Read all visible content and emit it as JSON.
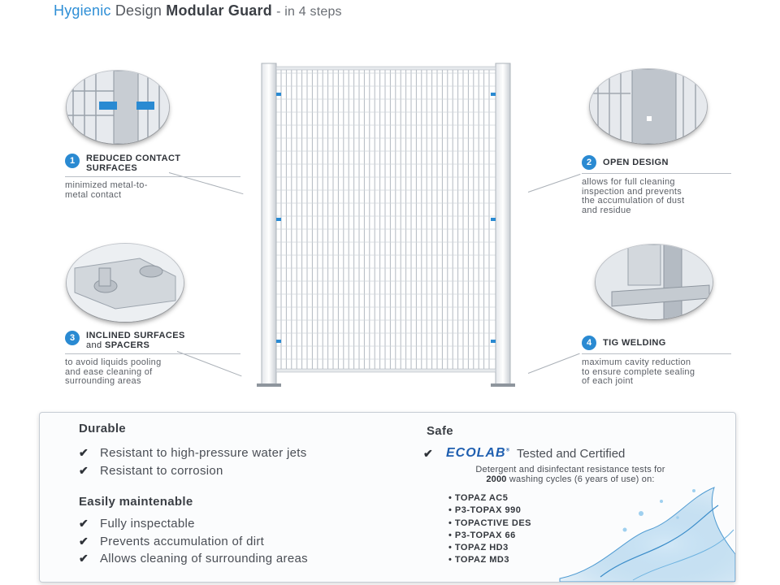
{
  "title": {
    "part1": "Hygienic",
    "part2": "Design",
    "part3": "Modular Guard",
    "part4": "- in 4 steps"
  },
  "features": [
    {
      "number": "1",
      "title_line1": "REDUCED CONTACT",
      "title_line2": "SURFACES",
      "desc_line1": "minimized metal-to-",
      "desc_line2": "metal contact"
    },
    {
      "number": "2",
      "title_line1": "OPEN DESIGN",
      "desc_line1": "allows for full cleaning",
      "desc_line2": "inspection and prevents",
      "desc_line3": "the accumulation of dust",
      "desc_line4": "and residue"
    },
    {
      "number": "3",
      "title_line1": "INCLINED SURFACES",
      "title_line2a": "and",
      "title_line2b": "SPACERS",
      "desc_line1": "to avoid liquids pooling",
      "desc_line2": "and ease cleaning of",
      "desc_line3": "surrounding areas"
    },
    {
      "number": "4",
      "title_line1": "TIG WELDING",
      "desc_line1": "maximum cavity reduction",
      "desc_line2": "to ensure complete sealing",
      "desc_line3": "of each joint"
    }
  ],
  "panel": {
    "durable": {
      "heading": "Durable",
      "items": [
        "Resistant to high-pressure water jets",
        "Resistant to corrosion"
      ]
    },
    "maintainable": {
      "heading": "Easily maintenable",
      "items": [
        "Fully inspectable",
        "Prevents accumulation of dirt",
        "Allows cleaning of surrounding areas"
      ]
    },
    "safe": {
      "heading": "Safe",
      "brand": "ECOLAB",
      "brand_text": "Tested and Certified",
      "tests_line1": "Detergent and disinfectant resistance tests for",
      "tests_bold": "2000",
      "tests_line2": "washing cycles (6 years of use) on:",
      "chemicals": [
        "• TOPAZ AC5",
        "• P3-TOPAX 990",
        "• TOPACTIVE DES",
        "• P3-TOPAX 66",
        "• TOPAZ HD3",
        "• TOPAZ MD3"
      ]
    }
  },
  "colors": {
    "accent": "#2a8ad2",
    "title_blue": "#2f8fd6",
    "ecolab_blue": "#1f5fb0"
  }
}
